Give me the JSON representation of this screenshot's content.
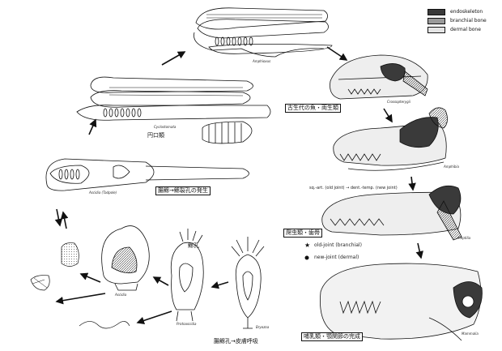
{
  "legend": [
    {
      "label": "endoskeleton",
      "color": "#3a3a3a"
    },
    {
      "label": "branchial bone",
      "color": "#9a9a9a"
    },
    {
      "label": "dermal bone",
      "color": "#e4e4e4"
    }
  ],
  "joint_legend": {
    "old_joint": "old-joint (branchial)",
    "new_joint": "new-joint (dermal)"
  },
  "species": {
    "amphioxus": "Amphioxus",
    "cyclostomata": "Cyclostomata",
    "ascidia": "Ascidia (Tadpole)",
    "ascidia_adult": "Ascidia",
    "protoascidia": "Protoascidia",
    "bryozoa": "Bryozoa",
    "crossopterygii": "Crossopterygii",
    "amphibia": "Amphibia",
    "reptilia": "Reptilia",
    "mammalia": "Mammalia"
  },
  "japanese_labels": {
    "cyclostome_jp": "円口類",
    "gill_hole": "鰓孔",
    "box_ascidia": "腸鰓→鰓裂孔の発生",
    "box_crossopterygii": "古生代の魚・両生類",
    "box_reptilia": "爬虫類・歯骨",
    "box_mammalia": "哺乳類・顎関節の完成",
    "bottom_caption": "腸鰓孔→皮膚呼吸"
  },
  "notes": {
    "jaw_note": "sq.-art. (old joint) → dent.-temp. (new joint)"
  }
}
